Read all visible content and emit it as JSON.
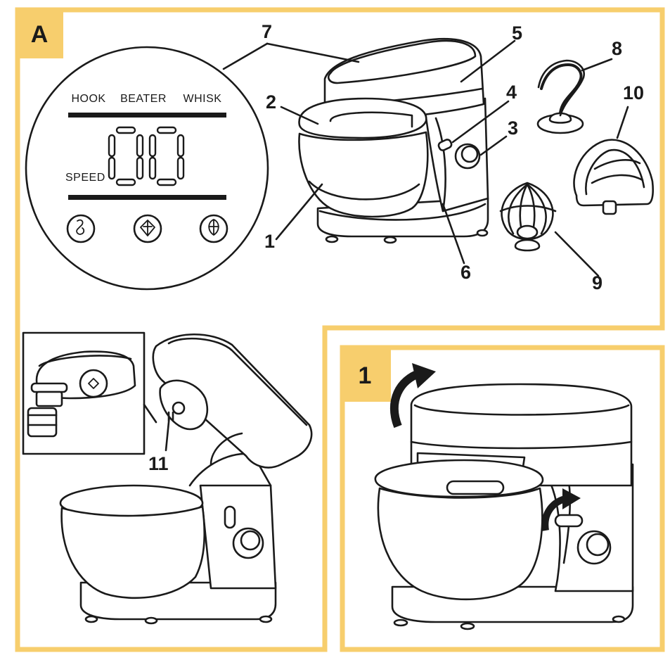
{
  "colors": {
    "frame": "#f7ce6d",
    "ink": "#1a1a1a",
    "paper": "#ffffff"
  },
  "panels": {
    "a": {
      "letter": "A"
    },
    "step1": {
      "letter": "1"
    }
  },
  "display": {
    "modes": [
      "HOOK",
      "BEATER",
      "WHISK"
    ],
    "speed_label": "SPEED",
    "digits": "00",
    "buttons": [
      "hook-icon",
      "beater-icon",
      "whisk-icon"
    ]
  },
  "callouts": [
    "1",
    "2",
    "3",
    "4",
    "5",
    "6",
    "7",
    "8",
    "9",
    "10",
    "11"
  ],
  "icons": [
    "rotate-arrow-icon",
    "push-arrow-icon"
  ]
}
